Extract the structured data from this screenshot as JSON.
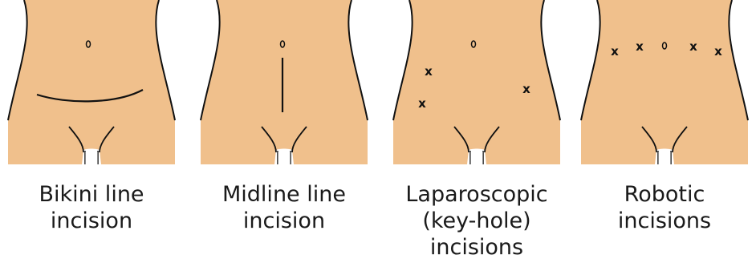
{
  "colors": {
    "skin": "#f0c08c",
    "outline": "#111111",
    "text": "#1a1a1a"
  },
  "panels": [
    {
      "caption": [
        "Bikini line",
        "incision"
      ],
      "marks_type": "curve"
    },
    {
      "caption": [
        "Midline line",
        "incision"
      ],
      "marks_type": "vertical-line"
    },
    {
      "caption": [
        "Laparoscopic",
        "(key-hole)",
        "incisions"
      ],
      "marks_type": "x-marks"
    },
    {
      "caption": [
        "Robotic",
        "incisions"
      ],
      "marks_type": "x-marks"
    }
  ],
  "x_glyph": "x"
}
